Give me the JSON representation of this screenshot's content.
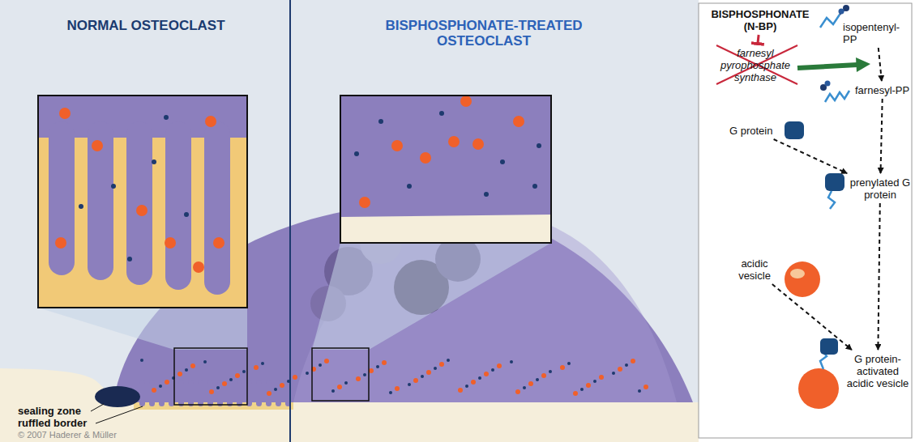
{
  "diagram": {
    "nodes": [
      {
        "text": [
          "BISPHOSPHONATE (N-BP)"
        ]
      },
      {
        "text": [
          "farnesyl pyrophosphate synthase"
        ]
      },
      {
        "text": [
          "isopentenyl-PP"
        ]
      },
      {
        "text": [
          "farnesyl-PP"
        ]
      },
      {
        "text": [
          "G protein"
        ]
      },
      {
        "text": [
          "prenylated G protein"
        ]
      },
      {
        "text": [
          "acidic vesicle"
        ]
      },
      {
        "text": [
          "G protein-activated acidic vesicle"
        ]
      }
    ],
    "edges": [
      {
        "from": 0,
        "to": 1,
        "arrow": "to"
      },
      {
        "from": 2,
        "to": 3,
        "arrow": "to"
      },
      {
        "from": 3,
        "to": 5,
        "arrow": "to"
      },
      {
        "from": 4,
        "to": 5,
        "arrow": "to"
      },
      {
        "from": 5,
        "to": 7,
        "arrow": "to"
      },
      {
        "from": 6,
        "to": 7,
        "arrow": "to"
      }
    ],
    "labels": [
      "NORMAL OSTEOCLAST",
      "BISPHOSPHONATE-TREATED OSTEOCLAST",
      "sealing zone",
      "ruffled border",
      "© 2007 Haderer & Müller"
    ]
  }
}
